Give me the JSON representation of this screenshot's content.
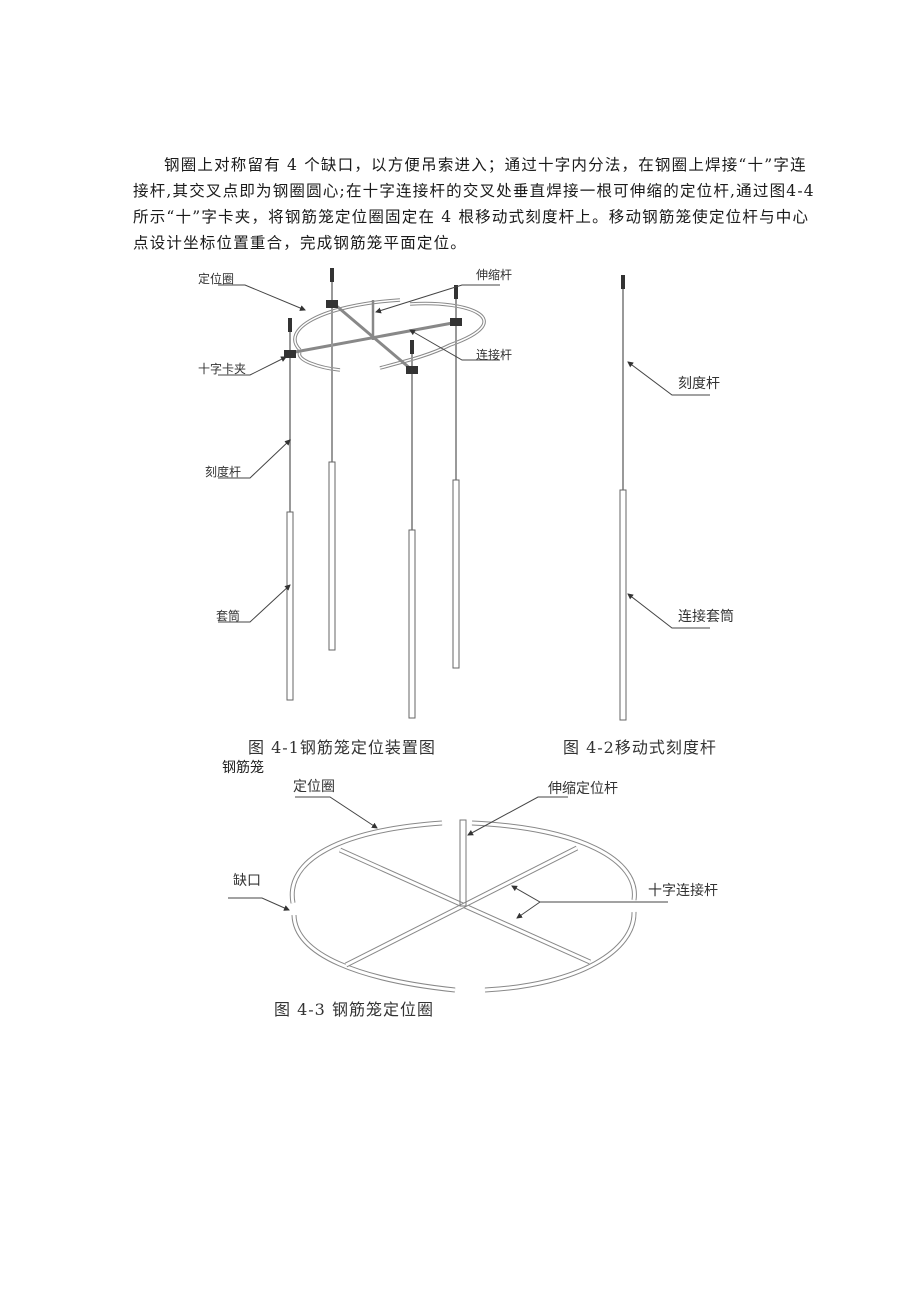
{
  "paragraph": {
    "lines": [
      "钢圈上对称留有 4 个缺口，以方便吊索进入；通过十字内分法，在钢圈上焊接“十”字连",
      "接杆,其交叉点即为钢圈圆心;在十字连接杆的交叉处垂直焊接一根可伸缩的定位杆,通过图4-4",
      "所示“十”字卡夹，将钢筋笼定位圈固定在 4 根移动式刻度杆上。移动钢筋笼使定位杆与中心",
      "点设计坐标位置重合，完成钢筋笼平面定位。"
    ]
  },
  "figure_4_1": {
    "caption": "图 4-1钢筋笼定位装置图",
    "labels": {
      "positioning_ring": "定位圈",
      "telescopic_rod": "伸缩杆",
      "connecting_rod": "连接杆",
      "cross_clamp": "十字卡夹",
      "scale_rod": "刻度杆",
      "sleeve": "套筒"
    }
  },
  "figure_4_2": {
    "caption": "图 4-2移动式刻度杆",
    "labels": {
      "scale_rod": "刻度杆",
      "connecting_sleeve": "连接套筒"
    }
  },
  "figure_4_3": {
    "title_above": "钢筋笼",
    "caption": "图 4-3 钢筋笼定位圈",
    "labels": {
      "positioning_ring": "定位圈",
      "telescopic_positioning_rod": "伸缩定位杆",
      "gap": "缺口",
      "cross_connecting_rod": "十字连接杆"
    }
  },
  "colors": {
    "line": "#555555",
    "text": "#1a1a1a"
  }
}
